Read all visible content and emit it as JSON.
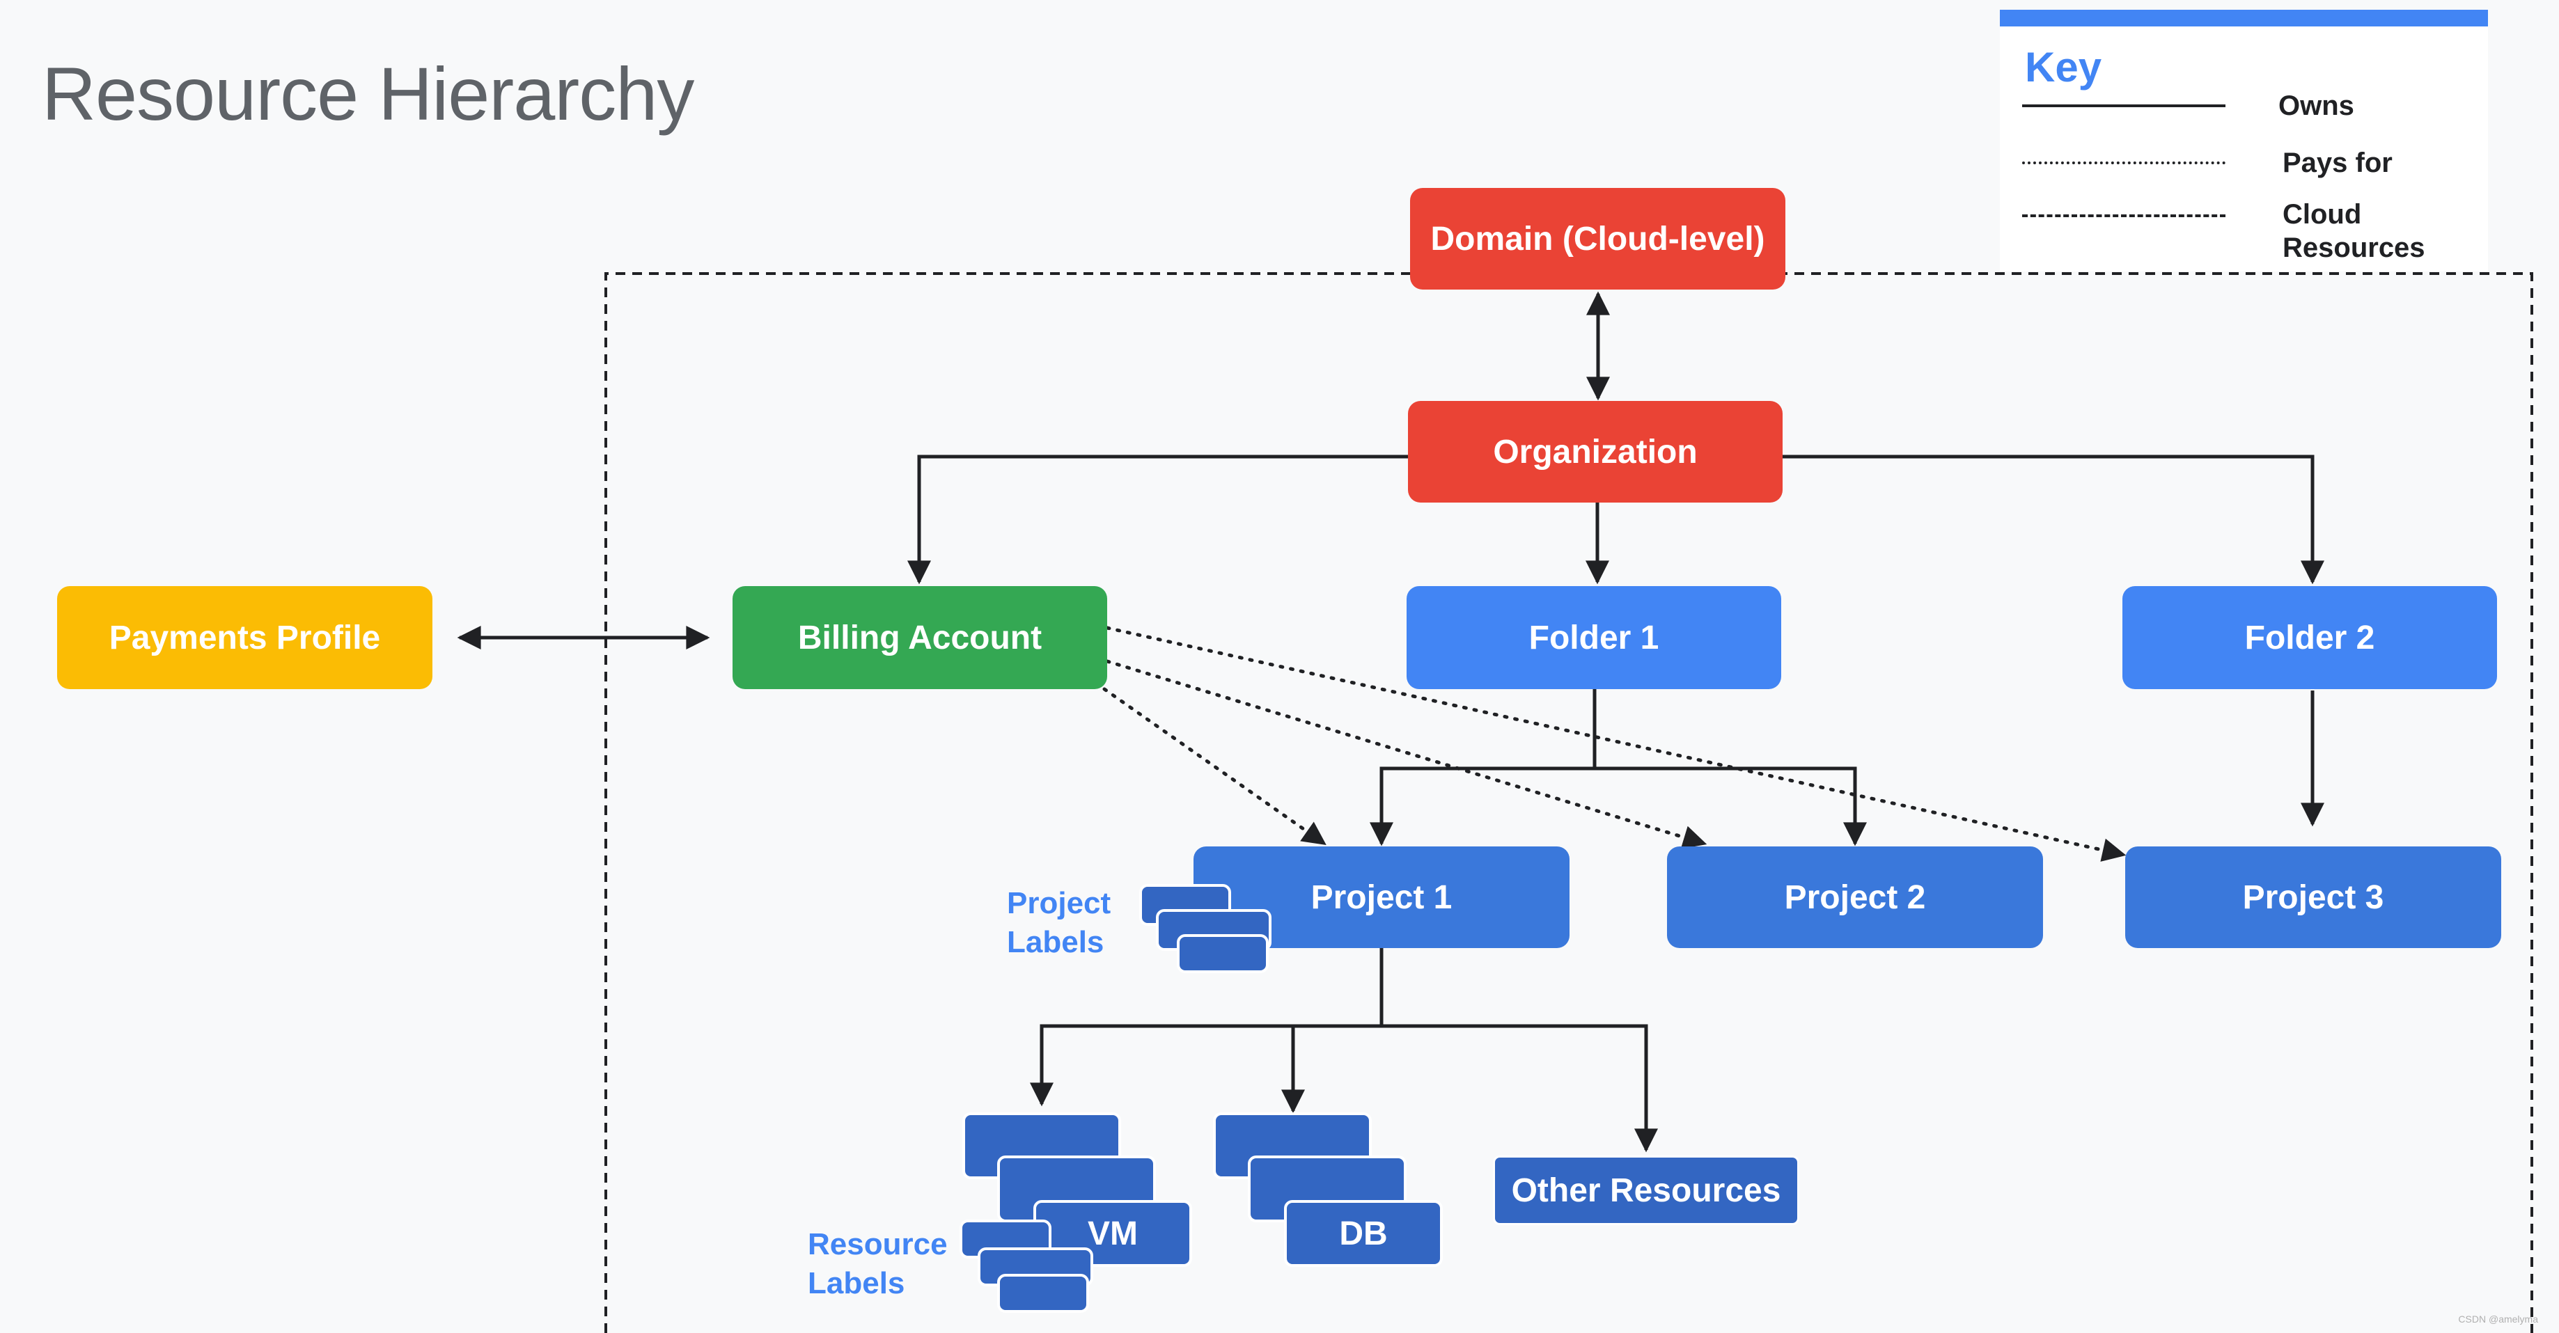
{
  "title": "Resource Hierarchy",
  "key": {
    "title": "Key",
    "owns": "Owns",
    "pays_for": "Pays for",
    "cloud_resources": "Cloud Resources"
  },
  "nodes": {
    "domain": "Domain (Cloud-level)",
    "organization": "Organization",
    "payments_profile": "Payments Profile",
    "billing_account": "Billing Account",
    "folder1": "Folder 1",
    "folder2": "Folder 2",
    "project1": "Project 1",
    "project2": "Project 2",
    "project3": "Project 3",
    "vm": "VM",
    "db": "DB",
    "other_resources": "Other Resources"
  },
  "labels": {
    "project_labels": "Project Labels",
    "resource_labels": "Resource Labels"
  },
  "watermark": "CSDN @amelyma",
  "colors": {
    "domain": "#ea4335",
    "organization": "#ea4335",
    "payments_profile": "#fbbc04",
    "billing_account": "#34a853",
    "folder": "#4285f4",
    "project": "#3a78db",
    "resource": "#3366c2",
    "key_accent": "#4285f4"
  }
}
